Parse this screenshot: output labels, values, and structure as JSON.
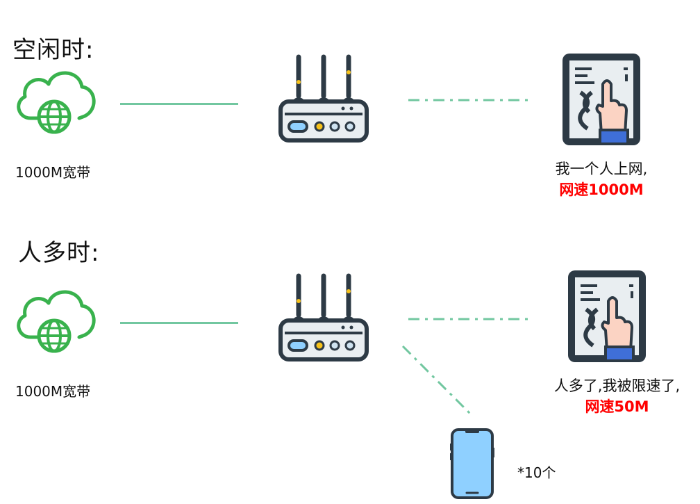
{
  "colors": {
    "cloud_green": "#39b24d",
    "link_line": "#72c7a0",
    "router_dark": "#2d3a45",
    "router_body": "#e9eef1",
    "speed_red": "#ff0000",
    "phone_blue": "#8fd0ff",
    "hand_skin": "#fbd3c3",
    "sleeve_blue": "#3f6fd8"
  },
  "idle": {
    "title": "空闲时:",
    "broadband_label": "1000M宽带",
    "user_caption": "我一个人上网,",
    "speed": "网速1000M"
  },
  "busy": {
    "title": "人多时:",
    "broadband_label": "1000M宽带",
    "user_caption": "人多了,我被限速了,",
    "speed": "网速50M",
    "device_count": "*10个"
  },
  "icons": {
    "cloud": "cloud-globe-icon",
    "router": "router-icon",
    "tablet": "tablet-touch-icon",
    "phone": "smartphone-icon"
  }
}
